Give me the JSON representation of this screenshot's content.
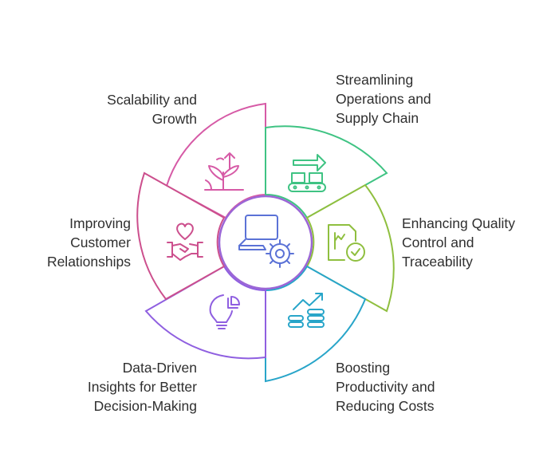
{
  "colors": {
    "scalability": "#d65aa6",
    "streamlining": "#3fc383",
    "quality": "#8fbf3f",
    "productivity": "#28a5c9",
    "insights": "#8f5fe0",
    "customer": "#cc4f8d",
    "hub_ring": "#9b66d6",
    "hub_icon": "#5b72d6"
  },
  "segments": [
    {
      "key": "scalability",
      "icon": "growing-plant-icon",
      "lines": [
        "Scalability and",
        "Growth"
      ]
    },
    {
      "key": "streamlining",
      "icon": "conveyor-belt-icon",
      "lines": [
        "Streamlining",
        "Operations and",
        "Supply Chain"
      ]
    },
    {
      "key": "quality",
      "icon": "document-check-icon",
      "lines": [
        "Enhancing Quality",
        "Control and",
        "Traceability"
      ]
    },
    {
      "key": "productivity",
      "icon": "coins-growth-icon",
      "lines": [
        "Boosting",
        "Productivity and",
        "Reducing Costs"
      ]
    },
    {
      "key": "insights",
      "icon": "lightbulb-chart-icon",
      "lines": [
        "Data-Driven",
        "Insights for Better",
        "Decision-Making"
      ]
    },
    {
      "key": "customer",
      "icon": "handshake-heart-icon",
      "lines": [
        "Improving",
        "Customer",
        "Relationships"
      ]
    }
  ],
  "hub": {
    "icon": "laptop-gear-icon"
  }
}
